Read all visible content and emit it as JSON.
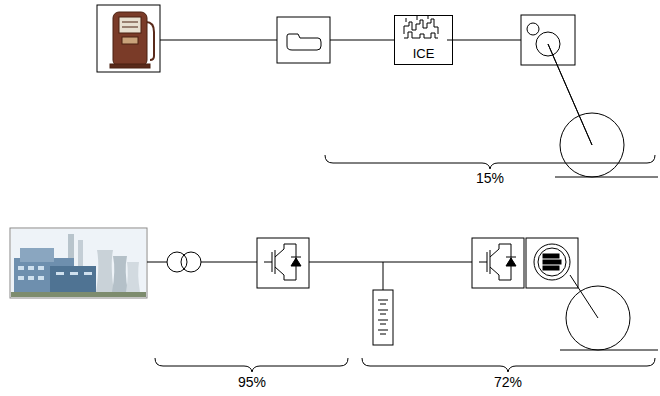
{
  "diagram": {
    "nodes": [
      {
        "text": [
          "ICE"
        ]
      }
    ],
    "labels": [
      "15%",
      "95%",
      "72%"
    ]
  }
}
